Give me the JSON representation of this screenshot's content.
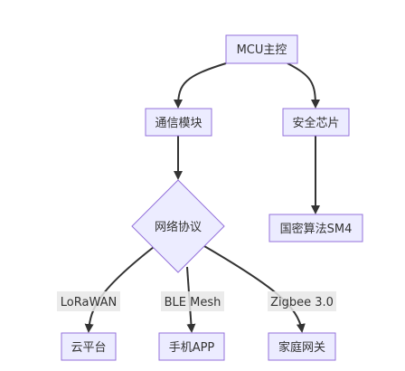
{
  "diagram": {
    "nodes": {
      "mcu": "MCU主控",
      "comm": "通信模块",
      "security": "安全芯片",
      "protocol": "网络协议",
      "sm4": "国密算法SM4",
      "cloud": "云平台",
      "app": "手机APP",
      "gateway": "家庭网关"
    },
    "edge_labels": {
      "lora": "LoRaWAN",
      "ble": "BLE Mesh",
      "zigbee": "Zigbee 3.0"
    },
    "colors": {
      "node_fill": "#ECECFF",
      "node_stroke": "#9370DB",
      "edge": "#333333",
      "label_bg": "#E8E8E8"
    }
  }
}
